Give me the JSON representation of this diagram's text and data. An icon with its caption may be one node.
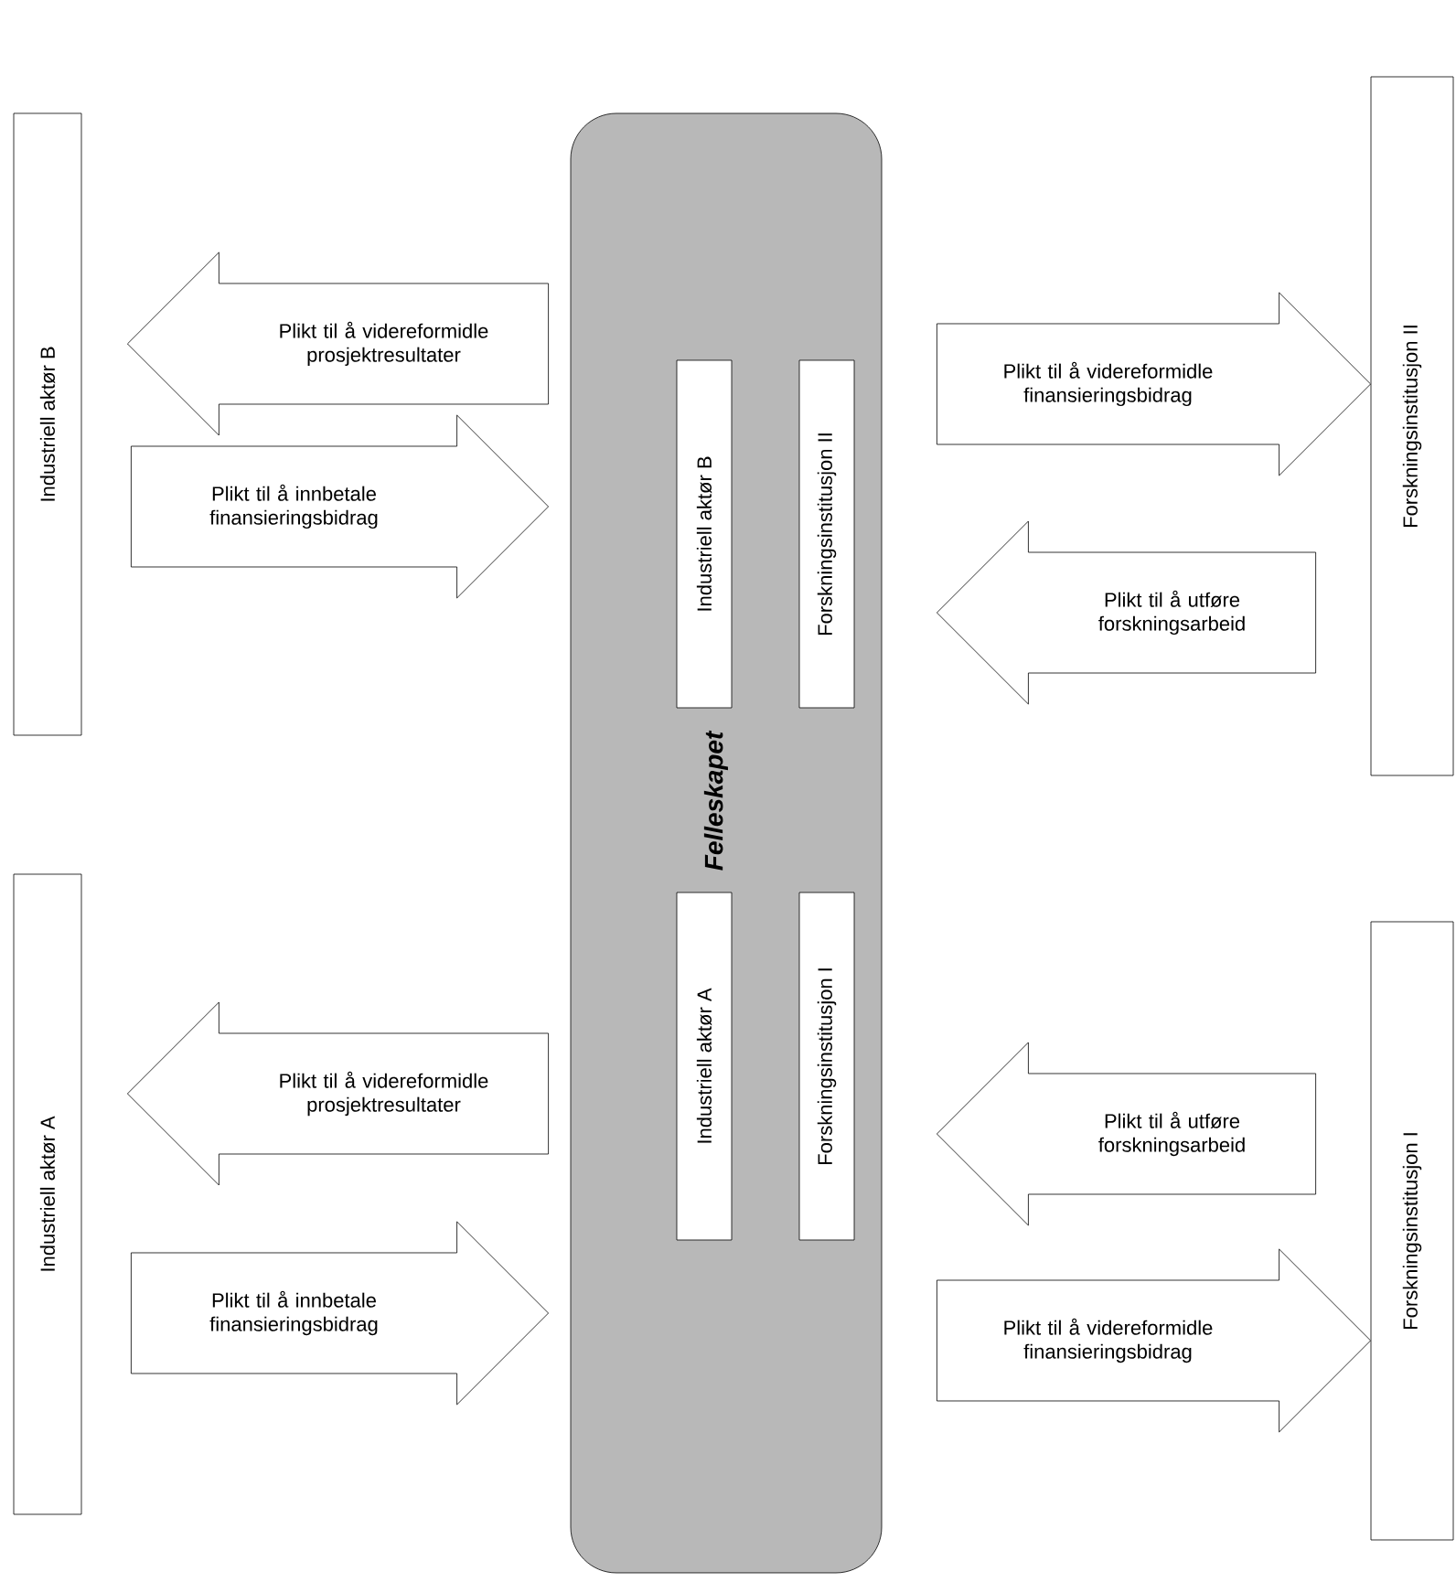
{
  "diagram": {
    "nodes": [
      {
        "text": [
          "Industriell aktør B"
        ]
      },
      {
        "text": [
          "Industriell aktør A"
        ]
      },
      {
        "text": [
          "Felleskapet"
        ]
      },
      {
        "text": [
          "Industriell aktør B"
        ],
        "in": 2
      },
      {
        "text": [
          "Forskningsinstitusjon II"
        ],
        "in": 2
      },
      {
        "text": [
          "Industriell aktør A"
        ],
        "in": 2
      },
      {
        "text": [
          "Forskningsinstitusjon I"
        ],
        "in": 2
      },
      {
        "text": [
          "Forskningsinstitusjon II"
        ]
      },
      {
        "text": [
          "Forskningsinstitusjon I"
        ]
      }
    ],
    "edges": [
      {
        "from": 2,
        "to": 0,
        "arrow": "to",
        "label": "Plikt til å videreformidle prosjektresultater"
      },
      {
        "from": 0,
        "to": 2,
        "arrow": "to",
        "label": "Plikt til å innbetale finansieringsbidrag"
      },
      {
        "from": 2,
        "to": 1,
        "arrow": "to",
        "label": "Plikt til å videreformidle prosjektresultater"
      },
      {
        "from": 1,
        "to": 2,
        "arrow": "to",
        "label": "Plikt til å innbetale finansieringsbidrag"
      },
      {
        "from": 2,
        "to": 7,
        "arrow": "to",
        "label": "Plikt til å videreformidle finansieringsbidrag"
      },
      {
        "from": 7,
        "to": 2,
        "arrow": "to",
        "label": "Plikt til å utføre forskningsarbeid"
      },
      {
        "from": 8,
        "to": 2,
        "arrow": "to",
        "label": "Plikt til å utføre forskningsarbeid"
      },
      {
        "from": 2,
        "to": 8,
        "arrow": "to",
        "label": "Plikt til å videreformidle finansieringsbidrag"
      }
    ]
  }
}
